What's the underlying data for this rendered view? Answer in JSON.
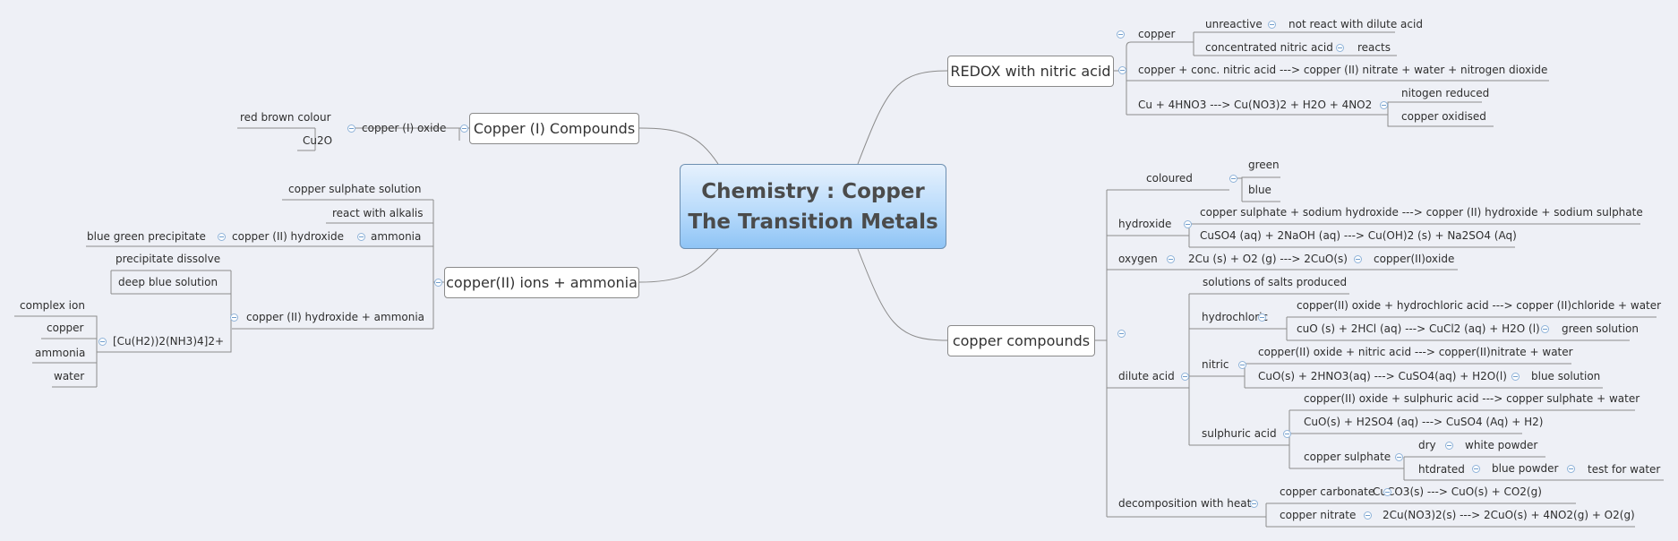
{
  "central": {
    "line1": "Chemistry : Copper",
    "line2": "The Transition Metals"
  },
  "branches": {
    "redox": "REDOX with nitric acid",
    "copper1": "Copper (I) Compounds",
    "ammonia": "copper(II) ions + ammonia",
    "compounds": "copper compounds"
  },
  "labels": {
    "r_copper": "copper",
    "r_unreactive": "unreactive",
    "r_not_react": "not react with dilute acid",
    "r_conc": "concentrated nitric acid",
    "r_reacts": "reacts",
    "r_word_eq": "copper + conc. nitric acid ---> copper (II) nitrate + water + nitrogen dioxide",
    "r_sym_eq": "Cu + 4HNO3 ---> Cu(NO3)2 + H2O + 4NO2",
    "r_reduced": "nitogen reduced",
    "r_oxidised": "copper oxidised",
    "c1_oxide": "copper (I) oxide",
    "c1_colour": "red brown colour",
    "c1_formula": "Cu2O",
    "a_solution": "copper sulphate solution",
    "a_alkalis": "react with alkalis",
    "a_ammonia": "ammonia",
    "a_hydroxide": "copper (II) hydroxide",
    "a_precip": "blue green precipitate",
    "a_hyd_amm": "copper (II) hydroxide + ammonia",
    "a_dissolve": "precipitate dissolve",
    "a_deep_blue": "deep blue solution",
    "a_complex": "[Cu(H2))2(NH3)4]2+",
    "a_complex_ion": "complex ion",
    "a_copper": "copper",
    "a_ammonia2": "ammonia",
    "a_water": "water",
    "cc_coloured": "coloured",
    "cc_green": "green",
    "cc_blue": "blue",
    "cc_hydroxide": "hydroxide",
    "cc_hyd_word": "copper sulphate + sodium hydroxide ---> copper (II) hydroxide + sodium sulphate",
    "cc_hyd_sym": "CuSO4 (aq) + 2NaOH (aq) ---> Cu(OH)2 (s) + Na2SO4 (Aq)",
    "cc_oxygen": "oxygen",
    "cc_oxy_eq": "2Cu (s) + O2 (g) ---> 2CuO(s)",
    "cc_oxy_prod": "copper(II)oxide",
    "cc_dilute": "dilute acid",
    "cc_salts": "solutions of salts produced",
    "cc_hcl": "hydrochloric",
    "cc_hcl_word": "copper(II) oxide + hydrochloric acid ---> copper (II)chloride + water",
    "cc_hcl_sym": "cuO (s) + 2HCl (aq) ---> CuCl2 (aq) + H2O (l)",
    "cc_green_sol": "green solution",
    "cc_nitric": "nitric",
    "cc_nit_word": "copper(II) oxide + nitric acid ---> copper(II)nitrate + water",
    "cc_nit_sym": "CuO(s) + 2HNO3(aq) ---> CuSO4(aq) + H2O(l)",
    "cc_blue_sol": "blue solution",
    "cc_sulph": "sulphuric acid",
    "cc_sul_word": "copper(II) oxide + sulphuric acid ---> copper sulphate + water",
    "cc_sul_sym": "CuO(s) + H2SO4 (aq) ---> CuSO4 (Aq) + H2)",
    "cc_cu_sulphate": "copper sulphate",
    "cc_dry": "dry",
    "cc_white": "white powder",
    "cc_hyd2": "htdrated",
    "cc_blue_powder": "blue powder",
    "cc_test": "test for water",
    "cc_decomp": "decomposition with heat",
    "cc_carbonate": "copper carbonate",
    "cc_carb_eq": "CuCO3(s) ---> CuO(s) + CO2(g)",
    "cc_nitrate": "copper nitrate",
    "cc_nitr_eq": "2Cu(NO3)2(s) ---> 2CuO(s) + 4NO2(g) + O2(g)"
  },
  "colors": {
    "line": "#8c8c8c",
    "collapse": "#8fb3d9",
    "central_fill": "#b9dbfb"
  }
}
